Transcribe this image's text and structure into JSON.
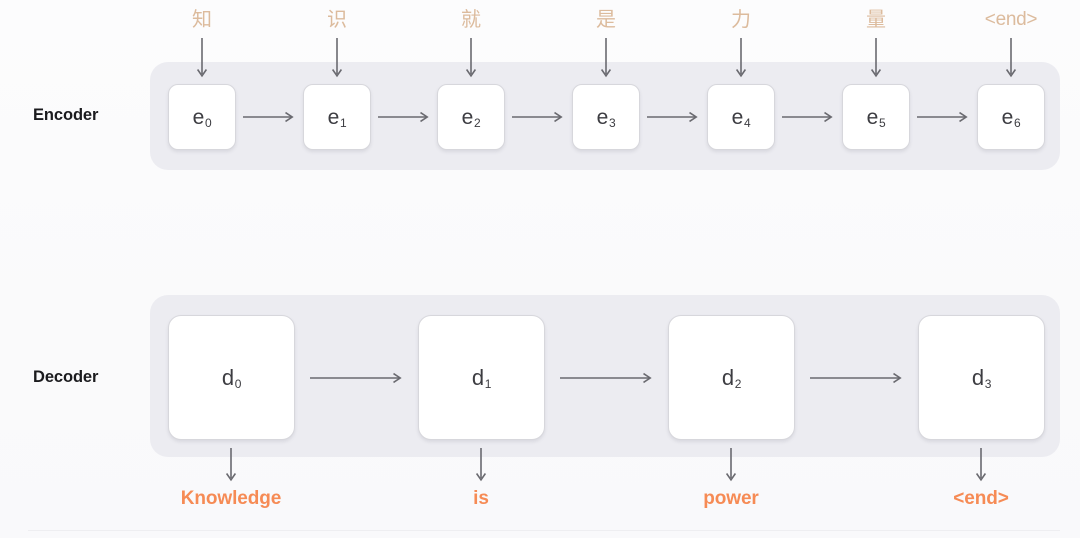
{
  "diagram": {
    "title": "Encoder-Decoder sequence diagram",
    "colors": {
      "background": "#fbfbfc",
      "band": "#ececf1",
      "cell_fill": "#ffffff",
      "cell_border": "#d7d7dc",
      "cell_text": "#3d3d42",
      "input_token": "#dcbb9d",
      "output_token": "#f68b55",
      "arrow": "#6a6a70",
      "label_text": "#1b1b1e"
    }
  },
  "encoder": {
    "label": "Encoder",
    "cells": [
      {
        "base": "e",
        "sub": "0"
      },
      {
        "base": "e",
        "sub": "1"
      },
      {
        "base": "e",
        "sub": "2"
      },
      {
        "base": "e",
        "sub": "3"
      },
      {
        "base": "e",
        "sub": "4"
      },
      {
        "base": "e",
        "sub": "5"
      },
      {
        "base": "e",
        "sub": "6"
      }
    ],
    "inputs": [
      "知",
      "识",
      "就",
      "是",
      "力",
      "量",
      "<end>"
    ]
  },
  "decoder": {
    "label": "Decoder",
    "cells": [
      {
        "base": "d",
        "sub": "0"
      },
      {
        "base": "d",
        "sub": "1"
      },
      {
        "base": "d",
        "sub": "2"
      },
      {
        "base": "d",
        "sub": "3"
      }
    ],
    "outputs": [
      "Knowledge",
      "is",
      "power",
      "<end>"
    ]
  },
  "layout": {
    "encoder_cell_centers": [
      202,
      337,
      471,
      606,
      741,
      876,
      1011
    ],
    "decoder_cell_centers": [
      231,
      481,
      731,
      981
    ],
    "encoder_cell_width": 68,
    "encoder_cell_height": 66,
    "decoder_cell_width": 127,
    "decoder_cell_height": 125
  },
  "icons": {
    "input_arrow": "arrow-down-icon",
    "flow_arrow": "arrow-right-icon",
    "output_arrow": "arrow-down-icon"
  }
}
